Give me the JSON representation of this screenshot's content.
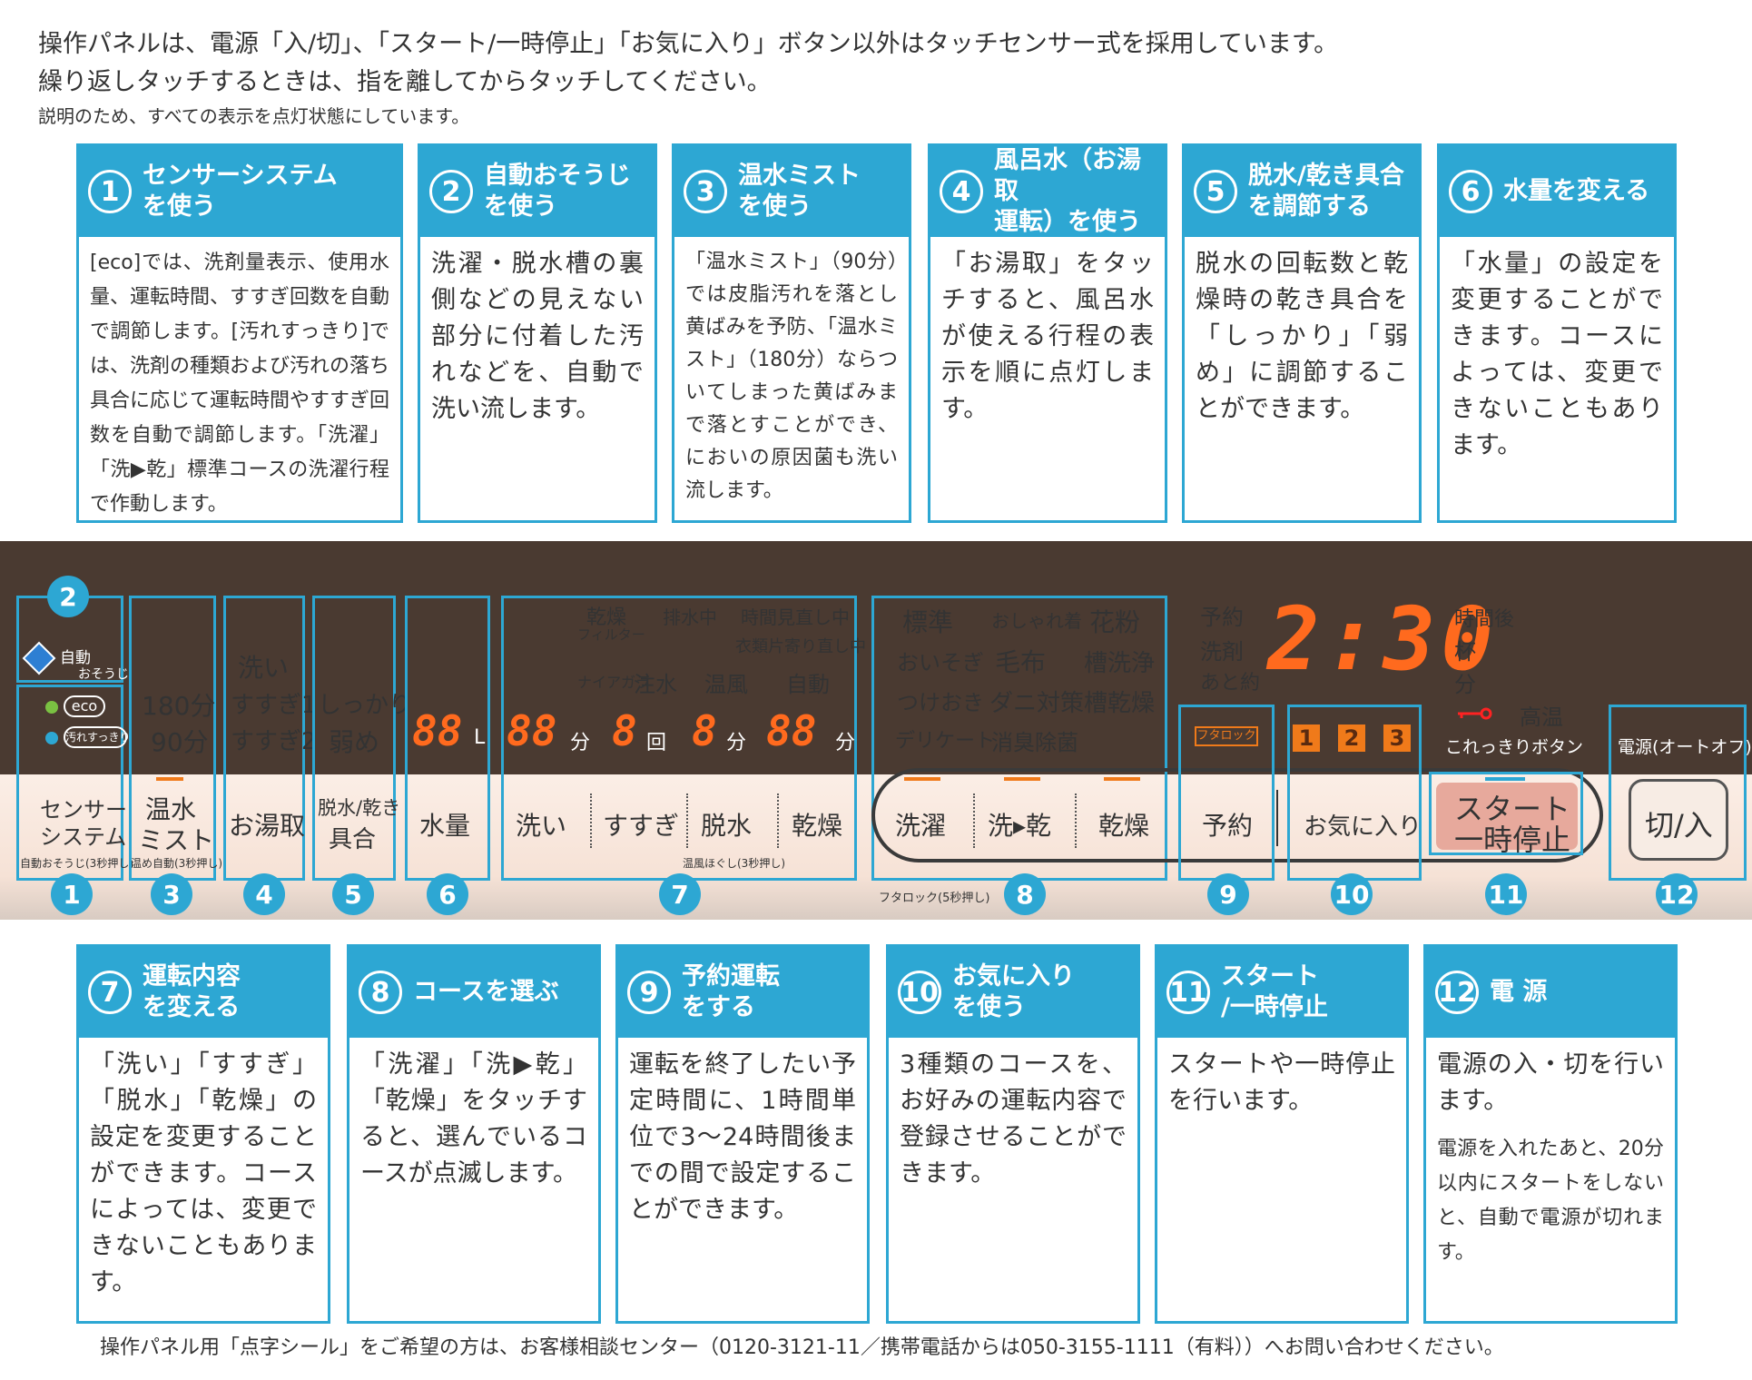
{
  "intro": {
    "line1": "操作パネルは、電源「入/切」、「スタート/一時停止」「お気に入り」ボタン以外はタッチセンサー式を採用しています。",
    "line2": "繰り返しタッチするときは、指を離してからタッチしてください。",
    "line3": "説明のため、すべての表示を点灯状態にしています。"
  },
  "top_cards": [
    {
      "num": "1",
      "title1": "センサーシステム",
      "title2": "を使う",
      "body": "[eco]では、洗剤量表示、使用水量、運転時間、すすぎ回数を自動で調節します。[汚れすっきり]では、洗剤の種類および汚れの落ち具合に応じて運転時間やすすぎ回数を自動で調節します。「洗濯」「洗▶乾」標準コースの洗濯行程で作動します。"
    },
    {
      "num": "2",
      "title1": "自動おそうじ",
      "title2": "を使う",
      "body": "洗濯・脱水槽の裏側などの見えない部分に付着した汚れなどを、自動で洗い流します。"
    },
    {
      "num": "3",
      "title1": "温水ミスト",
      "title2": "を使う",
      "body": "「温水ミスト」（90分）では皮脂汚れを落とし黄ばみを予防、「温水ミスト」（180分）ならついてしまった黄ばみまで落とすことができ、においの原因菌も洗い流します。"
    },
    {
      "num": "4",
      "title1": "風呂水（お湯取",
      "title2": "運転）を使う",
      "body": "「お湯取」をタッチすると、風呂水が使える行程の表示を順に点灯します。"
    },
    {
      "num": "5",
      "title1": "脱水/乾き具合",
      "title2": "を調節する",
      "body": "脱水の回転数と乾燥時の乾き具合を「しっかり」「弱め」に調節することができます。"
    },
    {
      "num": "6",
      "title1": "水量を変える",
      "title2": "",
      "body": "「水量」の設定を変更することができます。コースによっては、変更できないこともあります。"
    }
  ],
  "bottom_cards": [
    {
      "num": "7",
      "title1": "運転内容",
      "title2": "を変える",
      "body": "「洗い」「すすぎ」「脱水」「乾燥」の設定を変更することができます。コースによっては、変更できないこともあります。",
      "note": ""
    },
    {
      "num": "8",
      "title1": "コースを選ぶ",
      "title2": "",
      "body": "「洗濯」「洗▶乾」「乾燥」をタッチすると、選んでいるコースが点滅します。",
      "note": ""
    },
    {
      "num": "9",
      "title1": "予約運転",
      "title2": "をする",
      "body": "運転を終了したい予定時間に、1時間単位で3～24時間後までの間で設定することができます。",
      "note": ""
    },
    {
      "num": "10",
      "title1": "お気に入り",
      "title2": "を使う",
      "body": "3種類のコースを、お好みの運転内容で登録させることができます。",
      "note": ""
    },
    {
      "num": "11",
      "title1": "スタート",
      "title2": "/一時停止",
      "body": "スタートや一時停止を行います。",
      "note": ""
    },
    {
      "num": "12",
      "title1": "電 源",
      "title2": "",
      "body": "電源の入・切を行います。",
      "note": "電源を入れたあと、20分以内にスタートをしないと、自動で電源が切れます。"
    }
  ],
  "panel": {
    "auto_clean": "自動",
    "auto_clean2": "おそうじ",
    "eco": "eco",
    "dirty": "汚れすっきり",
    "sensor_btn1": "センサー",
    "sensor_btn2": "システム",
    "sensor_sub": "自動おそうじ(3秒押し)",
    "mist_180": "180分",
    "mist_90": "90分",
    "mist_btn1": "温水",
    "mist_btn2": "ミスト",
    "mist_sub": "温め自動(3秒押し)",
    "bath_wash": "洗い",
    "bath_rinse1": "すすぎ1",
    "bath_rinse2": "すすぎ2",
    "bath_btn": "お湯取",
    "spin_strong": "しっかり",
    "spin_weak": "弱め",
    "spin_btn1": "脱水/乾き",
    "spin_btn2": "具合",
    "water_seg": "88",
    "water_unit": "L",
    "water_btn": "水量",
    "ind_filter1": "乾燥",
    "ind_filter2": "フィルター",
    "ind_drain": "排水中",
    "ind_time1": "時間見直し中",
    "ind_time2": "衣類片寄り直し中",
    "ind_niagara": "ナイアガラ",
    "ind_pour": "注水",
    "ind_warm": "温風",
    "ind_auto": "自動",
    "seg_wash": "88",
    "unit_min1": "分",
    "seg_rinse": "8",
    "unit_times": "回",
    "seg_spin": "8",
    "unit_min2": "分",
    "seg_dry": "88",
    "unit_min3": "分",
    "btn_wash": "洗い",
    "btn_rinse": "すすぎ",
    "btn_spin": "脱水",
    "btn_dry": "乾燥",
    "warm_sub": "温風ほぐし(3秒押し)",
    "course_standard": "標準",
    "course_fashion": "おしゃれ着",
    "course_pollen": "花粉",
    "course_hurry": "おいそぎ",
    "course_blanket": "毛布",
    "course_tubwash": "槽洗浄",
    "course_soak": "つけおき",
    "course_mite": "ダニ対策",
    "course_tubdry": "槽乾燥",
    "course_delicate": "デリケート",
    "course_deodor": "消臭除菌",
    "btn_laundry": "洗濯",
    "btn_washdry": "洗▸乾",
    "btn_dryonly": "乾燥",
    "lid_lock_sub": "フタロック(5秒押し)",
    "res_yoyaku": "予約",
    "res_detergent": "洗剤",
    "res_about": "あと約",
    "clock": "2:30",
    "res_after": "時間後",
    "res_cup": "杯",
    "res_min": "分",
    "high_temp": "高温",
    "kore_button": "これっきりボタン",
    "lid_lock": "フタロック",
    "btn_reserve": "予約",
    "fav1": "1",
    "fav2": "2",
    "fav3": "3",
    "btn_fav": "お気に入り",
    "btn_start1": "スタート",
    "btn_start2": "一時停止",
    "power_label": "電源(オートオフ)",
    "btn_power": "切/入"
  },
  "callouts": {
    "c1": "1",
    "c2": "2",
    "c3": "3",
    "c4": "4",
    "c5": "5",
    "c6": "6",
    "c7": "7",
    "c8": "8",
    "c9": "9",
    "c10": "10",
    "c11": "11",
    "c12": "12"
  },
  "footer": "操作パネル用「点字シール」をご希望の方は、お客様相談センター（0120-3121-11／携帯電話からは050-3155-1111（有料））へお問い合わせください。",
  "colors": {
    "accent": "#2da7d3",
    "panel": "#4a3a31",
    "segment": "#ff6a1e",
    "warning": "#ff2222"
  }
}
